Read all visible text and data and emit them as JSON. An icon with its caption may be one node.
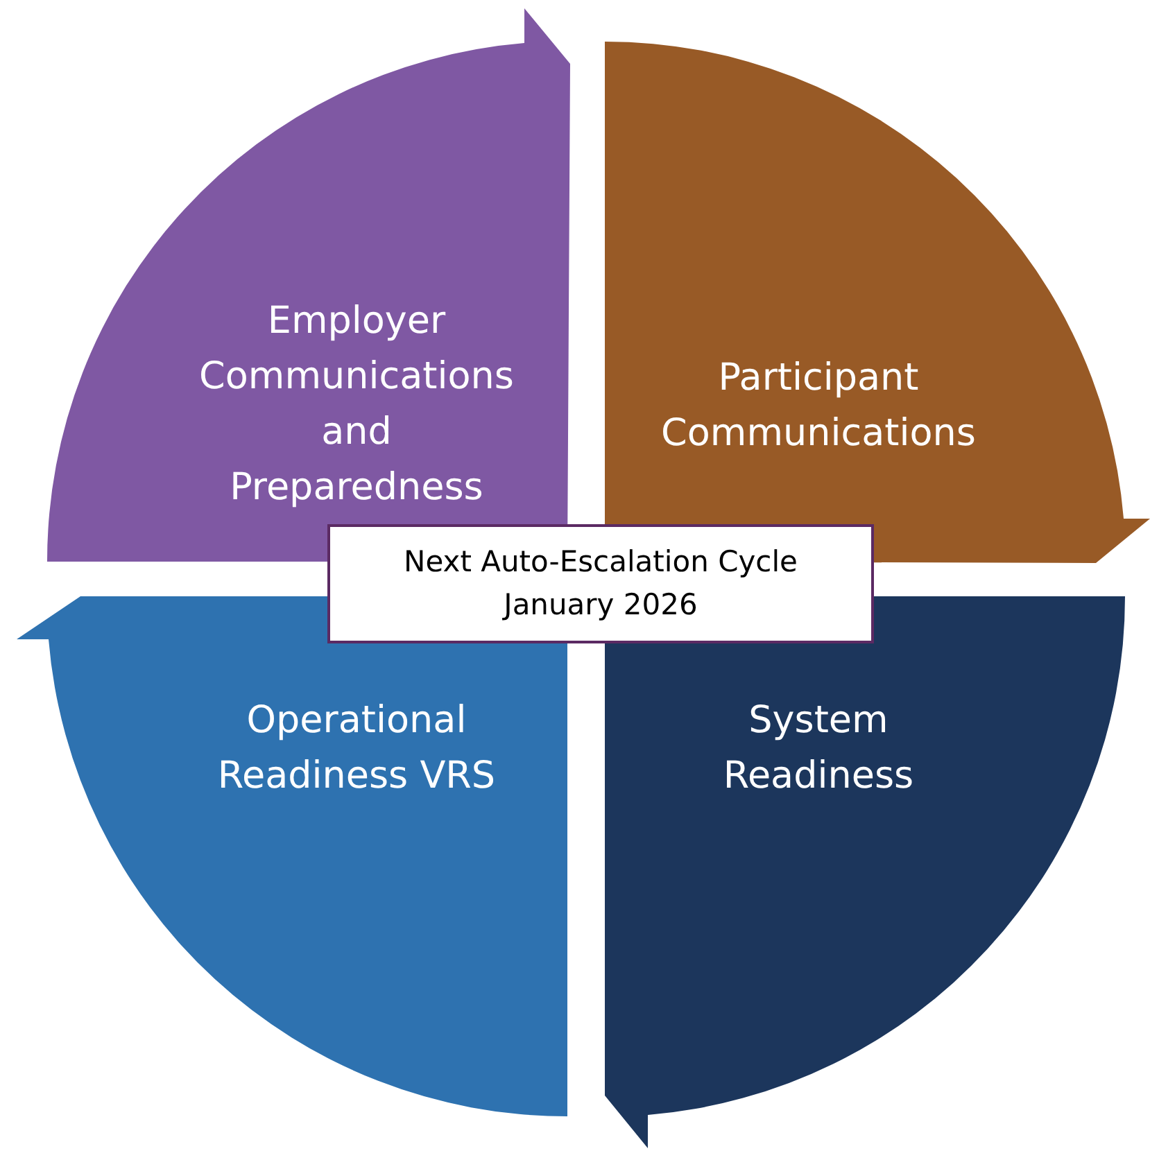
{
  "diagram": {
    "nodes": [
      {
        "text": [
          "Employer Communications and Preparedness"
        ]
      },
      {
        "text": [
          "Participant Communications"
        ]
      },
      {
        "text": [
          "System Readiness"
        ]
      },
      {
        "text": [
          "Operational Readiness VRS"
        ]
      },
      {
        "text": [
          "Next Auto-Escalation Cycle January 2026"
        ]
      }
    ]
  }
}
